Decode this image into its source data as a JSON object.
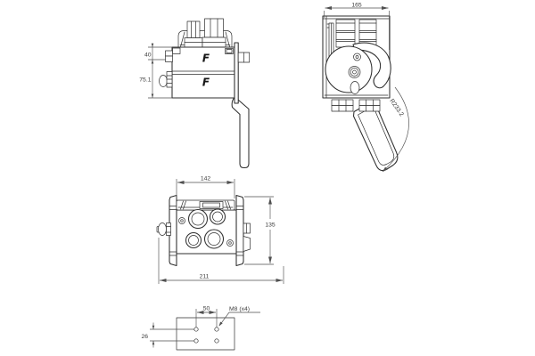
{
  "colors": {
    "line": "#2f2f2f",
    "dim": "#4f4f4f",
    "bg": "#ffffff",
    "logo": "#151515"
  },
  "front_view": {
    "logo": "F",
    "dim_top_height": "40",
    "dim_body_height": "75.1"
  },
  "side_view": {
    "dim_width": "165",
    "dim_handle_radius": "R233.2"
  },
  "port_view": {
    "dim_inner_width": "142",
    "dim_height": "135",
    "dim_outer_width": "211"
  },
  "mounting_view": {
    "dim_hole_spacing_x": "50",
    "dim_hole_spacing_y": "26",
    "thread_callout": "M8 (x4)"
  }
}
